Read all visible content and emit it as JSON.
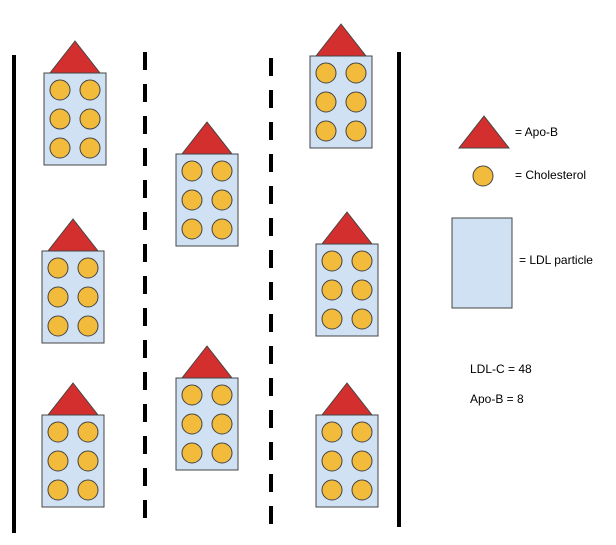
{
  "colors": {
    "apo_b": "#d42f2f",
    "cholesterol": "#f2bb3c",
    "ldl_particle": "#cfe1f3",
    "outline": "#444444",
    "lane_line": "#000000"
  },
  "legend": [
    {
      "icon": "apo-b-triangle-icon",
      "label": "= Apo-B"
    },
    {
      "icon": "cholesterol-circle-icon",
      "label": "= Cholesterol"
    },
    {
      "icon": "ldl-particle-rect-icon",
      "label": "= LDL particle"
    }
  ],
  "stats": {
    "ldl_c": "LDL-C = 48",
    "apo_b": "Apo-B = 8"
  },
  "particles": {
    "count": 8,
    "cholesterol_per_particle": 6,
    "apo_b_per_particle": 1
  }
}
